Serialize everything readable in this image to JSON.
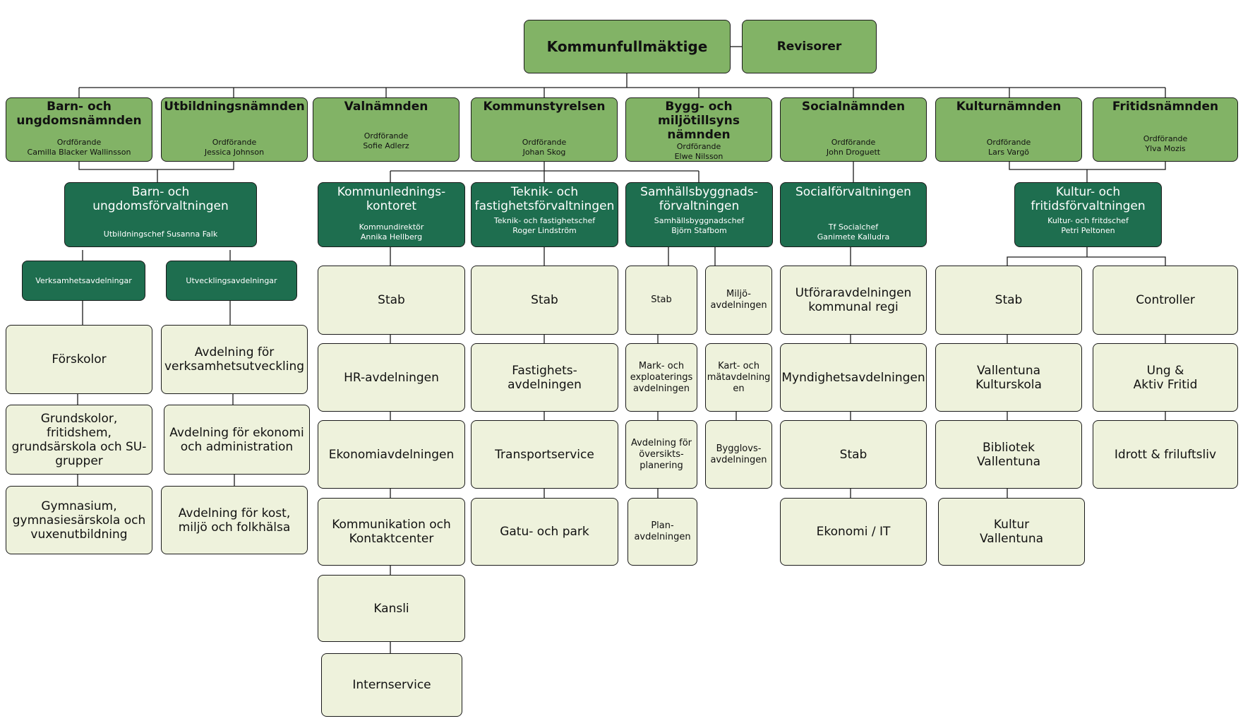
{
  "colors": {
    "council": "#82b366",
    "board": "#82b366",
    "administration": "#1e6e4f",
    "unit": "#eef2dc",
    "line": "#1a1a1a"
  },
  "council": {
    "title": "Kommunfullmäktige"
  },
  "auditors": {
    "title": "Revisorer"
  },
  "boards": {
    "barn": {
      "title": "Barn- och ungdomsnämnden",
      "role": "Ordförande",
      "person": "Camilla Blacker Wallinsson"
    },
    "utbildning": {
      "title": "Utbildningsnämnden",
      "role": "Ordförande",
      "person": "Jessica Johnson"
    },
    "val": {
      "title": "Valnämnden",
      "role": "Ordförande",
      "person": "Sofie Adlerz"
    },
    "ks": {
      "title": "Kommunstyrelsen",
      "role": "Ordförande",
      "person": "Johan Skog"
    },
    "bygg": {
      "title": "Bygg- och miljötillsyns nämnden",
      "role": "Ordförande",
      "person": "Elwe Nilsson"
    },
    "social": {
      "title": "Socialnämnden",
      "role": "Ordförande",
      "person": "John Droguett"
    },
    "kultur": {
      "title": "Kulturnämnden",
      "role": "Ordförande",
      "person": "Lars Vargö"
    },
    "fritid": {
      "title": "Fritidsnämnden",
      "role": "Ordförande",
      "person": "Ylva Mozis"
    }
  },
  "administrations": {
    "buf": {
      "title": "Barn- och ungdomsförvaltningen",
      "detail": "Utbildningschef Susanna Falk"
    },
    "klk": {
      "title": "Kommunlednings-kontoret",
      "role": "Kommundirektör",
      "person": "Annika Hellberg"
    },
    "tf": {
      "title": "Teknik- och fastighetsförvaltningen",
      "role": "Teknik- och fastighetschef",
      "person": "Roger Lindström"
    },
    "sbf": {
      "title": "Samhällsbyggnads-förvaltningen",
      "role": "Samhällsbyggnadschef",
      "person": "Björn Stafbom"
    },
    "sof": {
      "title": "Socialförvaltningen",
      "role": "Tf Socialchef",
      "person": "Ganimete Kalludra"
    },
    "kff": {
      "title": "Kultur- och fritidsförvaltningen",
      "role": "Kultur- och fritdschef",
      "person": "Petri Peltonen"
    }
  },
  "subgroups": {
    "verksamhet": "Verksamhetsavdelningar",
    "utveckling": "Utvecklingsavdelningar"
  },
  "units": {
    "verksamhet": [
      "Förskolor",
      "Grundskolor, fritidshem, grundsärskola och SU-grupper",
      "Gymnasium, gymnasiesärskola och vuxenutbildning"
    ],
    "utveckling": [
      "Avdelning för verksamhetsutveckling",
      "Avdelning för ekonomi och administration",
      "Avdelning för kost, miljö och folkhälsa"
    ],
    "klk": [
      "Stab",
      "HR-avdelningen",
      "Ekonomiavdelningen",
      "Kommunikation och Kontaktcenter",
      "Kansli",
      "Internservice"
    ],
    "tf": [
      "Stab",
      "Fastighets-avdelningen",
      "Transportservice",
      "Gatu- och park"
    ],
    "sbf_a": [
      "Stab",
      "Mark- och exploaterings avdelningen",
      "Avdelning för översikts-planering",
      "Plan-avdelningen"
    ],
    "sbf_b": [
      "Miljö-avdelningen",
      "Kart- och mätavdelning en",
      "Bygglovs-avdelningen"
    ],
    "sof": [
      "Utföraravdelningen kommunal regi",
      "Myndighetsavdelningen",
      "Stab",
      "Ekonomi / IT"
    ],
    "kff_a": [
      "Stab",
      "Vallentuna Kulturskola",
      "Bibliotek Vallentuna",
      "Kultur Vallentuna"
    ],
    "kff_b": [
      "Controller",
      "Ung & Aktiv Fritid",
      "Idrott & friluftsliv"
    ]
  }
}
